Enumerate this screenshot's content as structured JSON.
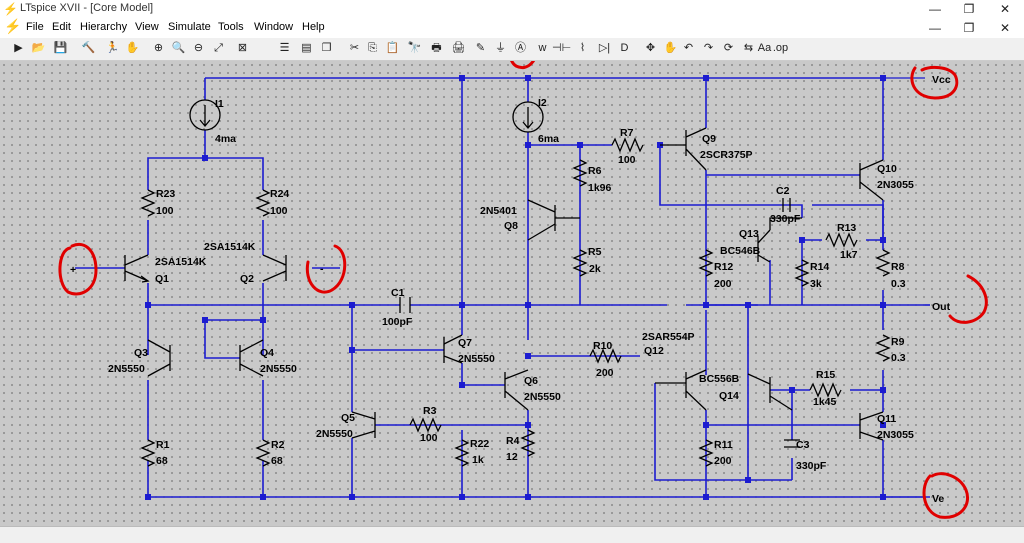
{
  "window": {
    "title": "LTspice XVII - [Core Model]",
    "app_icon": "ltspice-icon"
  },
  "menu": [
    "File",
    "Edit",
    "Hierarchy",
    "View",
    "Simulate",
    "Tools",
    "Window",
    "Help"
  ],
  "toolbar": [
    "run-icon",
    "open-icon",
    "save-icon",
    "control-panel-icon",
    "halt-icon",
    "pan-icon",
    "zoom-in-icon",
    "zoom-area-icon",
    "zoom-out-icon",
    "zoom-fit-icon",
    "autorange-icon",
    "tile-horizontal-icon",
    "tile-vertical-icon",
    "cascade-icon",
    "cut-icon",
    "copy-icon",
    "paste-icon",
    "find-icon",
    "print-icon",
    "print-setup-icon",
    "wire-icon",
    "ground-icon",
    "label-icon",
    "resistor-icon",
    "capacitor-icon",
    "inductor-icon",
    "diode-icon",
    "component-icon",
    "move-icon",
    "drag-icon",
    "undo-icon",
    "redo-icon",
    "rotate-icon",
    "mirror-icon",
    "text-icon",
    "spice-directive-icon"
  ],
  "toolbar_glyphs": [
    "▶",
    "📂",
    "💾",
    "🔨",
    "🏃",
    "✋",
    "⊕",
    "🔍",
    "⊖",
    "⤢",
    "⊠",
    "☰",
    "▤",
    "❐",
    "✂",
    "⎘",
    "📋",
    "🔭",
    "🖶",
    "🖨",
    "✎",
    "⏚",
    "Ⓐ",
    "ᴡ",
    "⊣⊢",
    "⌇",
    "▷|",
    "D",
    "✥",
    "✋",
    "↶",
    "↷",
    "⟳",
    "⇆",
    "Aa",
    ".op"
  ],
  "schematic": {
    "components": {
      "I1": {
        "name": "I1",
        "value": "4ma"
      },
      "I2": {
        "name": "I2",
        "value": "6ma"
      },
      "R23": {
        "name": "R23",
        "value": "100"
      },
      "R24": {
        "name": "R24",
        "value": "100"
      },
      "Q1": {
        "name": "Q1",
        "model": "2SA1514K"
      },
      "Q2": {
        "name": "Q2",
        "model": "2SA1514K"
      },
      "Q3": {
        "name": "Q3",
        "model": "2N5550"
      },
      "Q4": {
        "name": "Q4",
        "model": "2N5550"
      },
      "R1": {
        "name": "R1",
        "value": "68"
      },
      "R2": {
        "name": "R2",
        "value": "68"
      },
      "C1": {
        "name": "C1",
        "value": "100pF"
      },
      "Q5": {
        "name": "Q5",
        "model": "2N5550"
      },
      "R3": {
        "name": "R3",
        "value": "100"
      },
      "Q7": {
        "name": "Q7",
        "model": "2N5550"
      },
      "R22": {
        "name": "R22",
        "value": "1k"
      },
      "R4": {
        "name": "R4",
        "value": "12"
      },
      "Q6": {
        "name": "Q6",
        "model": "2N5550"
      },
      "R5": {
        "name": "R5",
        "value": "2k"
      },
      "R6": {
        "name": "R6",
        "value": "1k96"
      },
      "Q8": {
        "name": "Q8",
        "model": "2N5401"
      },
      "R7": {
        "name": "R7",
        "value": "100"
      },
      "Q9": {
        "name": "Q9",
        "model": "2SCR375P"
      },
      "R10": {
        "name": "R10",
        "value": "200"
      },
      "Q12": {
        "name": "Q12",
        "model": "2SAR554P"
      },
      "R12": {
        "name": "R12",
        "value": "200"
      },
      "R11": {
        "name": "R11",
        "value": "200"
      },
      "Q13": {
        "name": "Q13",
        "model": "BC546B"
      },
      "R14": {
        "name": "R14",
        "value": "3k"
      },
      "C2": {
        "name": "C2",
        "value": "330pF"
      },
      "R13": {
        "name": "R13",
        "value": "1k7"
      },
      "Q14": {
        "name": "Q14",
        "model": "BC556B"
      },
      "R15": {
        "name": "R15",
        "value": "1k45"
      },
      "C3": {
        "name": "C3",
        "value": "330pF"
      },
      "Q10": {
        "name": "Q10",
        "model": "2N3055"
      },
      "Q11": {
        "name": "Q11",
        "model": "2N3055"
      },
      "R8": {
        "name": "R8",
        "value": "0.3"
      },
      "R9": {
        "name": "R9",
        "value": "0.3"
      }
    },
    "net_labels": {
      "vcc": "Vcc",
      "out": "Out",
      "ve": "Ve",
      "plus": "+",
      "minus": "-"
    }
  },
  "colors": {
    "wire": "#1c1cd0",
    "component": "#000000",
    "annotation": "#e00000",
    "canvas": "#c9c9c9"
  }
}
